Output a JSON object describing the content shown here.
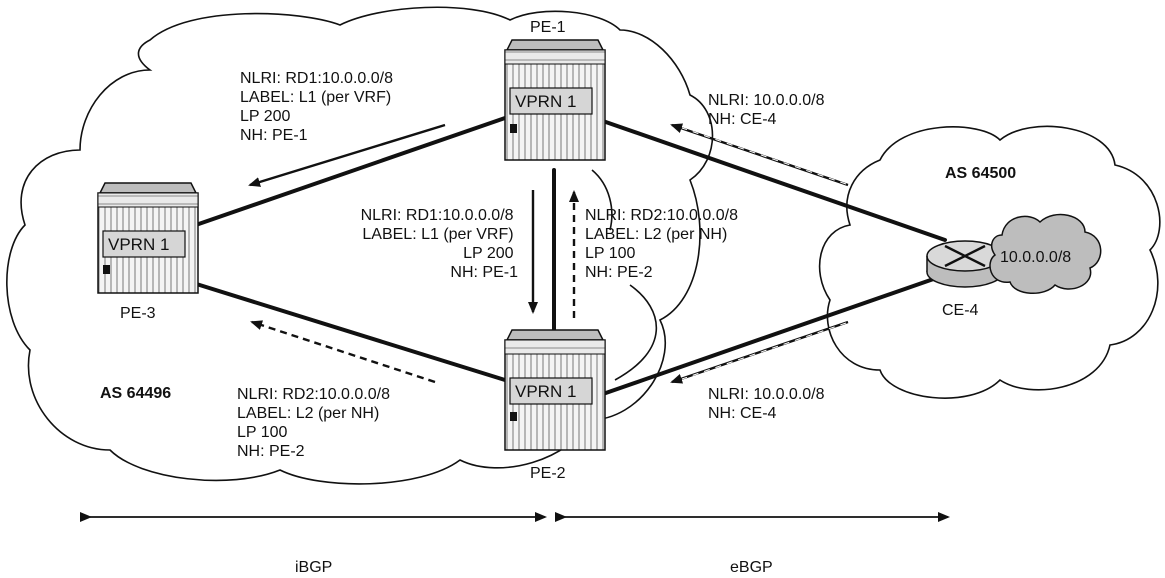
{
  "routers": {
    "pe1": {
      "name": "PE-1",
      "vprn": "VPRN 1"
    },
    "pe2": {
      "name": "PE-2",
      "vprn": "VPRN 1"
    },
    "pe3": {
      "name": "PE-3",
      "vprn": "VPRN 1"
    },
    "ce4": {
      "name": "CE-4"
    }
  },
  "as_labels": {
    "left": "AS 64496",
    "right": "AS 64500"
  },
  "prefix_cloud": "10.0.0.0/8",
  "routes": {
    "pe1_to_pe3": [
      "NLRI: RD1:10.0.0.0/8",
      "LABEL: L1 (per VRF)",
      "LP 200",
      "NH: PE-1"
    ],
    "pe1_to_pe2": [
      "NLRI: RD1:10.0.0.0/8",
      "LABEL: L1 (per VRF)",
      "LP 200",
      "NH: PE-1"
    ],
    "pe2_to_pe1": [
      "NLRI: RD2:10.0.0.0/8",
      "LABEL: L2 (per NH)",
      "LP 100",
      "NH: PE-2"
    ],
    "pe2_to_pe3": [
      "NLRI: RD2:10.0.0.0/8",
      "LABEL: L2 (per NH)",
      "LP 100",
      "NH: PE-2"
    ],
    "ce4_to_pe1": [
      "NLRI: 10.0.0.0/8",
      "NH: CE-4"
    ],
    "ce4_to_pe2": [
      "NLRI: 10.0.0.0/8",
      "NH: CE-4"
    ]
  },
  "scope": {
    "ibgp": "iBGP",
    "ebgp": "eBGP"
  }
}
